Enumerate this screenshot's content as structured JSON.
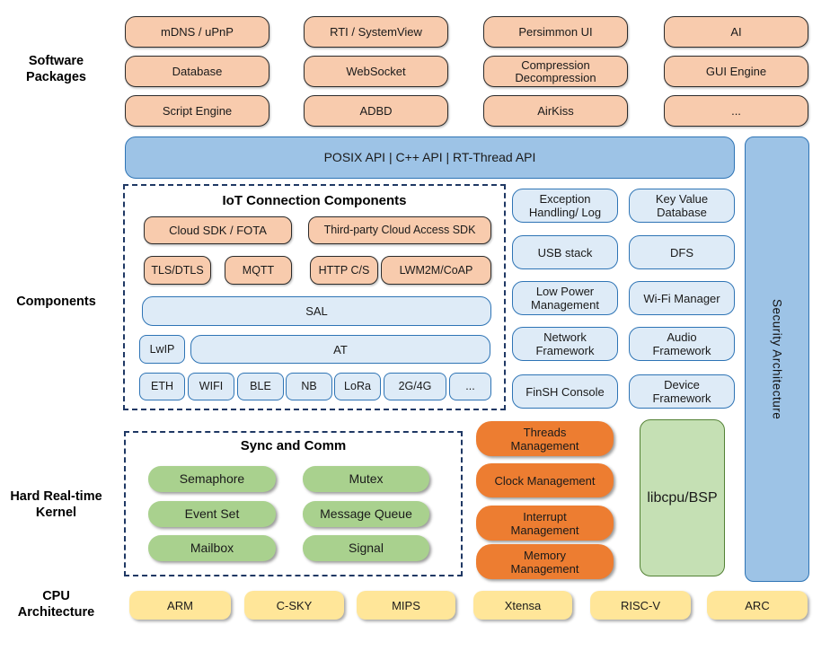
{
  "sidebar_labels": {
    "software_packages": "Software\nPackages",
    "components": "Components",
    "kernel": "Hard Real-time\nKernel",
    "cpu": "CPU\nArchitecture"
  },
  "software_packages": {
    "items": [
      "mDNS / uPnP",
      "RTI / SystemView",
      "Persimmon UI",
      "AI",
      "Database",
      "WebSocket",
      "Compression\nDecompression",
      "GUI Engine",
      "Script Engine",
      "ADBD",
      "AirKiss",
      "..."
    ]
  },
  "api_bar": {
    "label": "POSIX API  |  C++ API  |  RT-Thread API"
  },
  "security_bar": {
    "label": "Security Architecture"
  },
  "iot": {
    "title": "IoT Connection Components",
    "row1": [
      "Cloud SDK / FOTA",
      "Third-party Cloud Access SDK"
    ],
    "row2": [
      "TLS/DTLS",
      "MQTT",
      "HTTP C/S",
      "LWM2M/CoAP"
    ],
    "sal": "SAL",
    "lwip": "LwIP",
    "at": "AT",
    "links": [
      "ETH",
      "WIFI",
      "BLE",
      "NB",
      "LoRa",
      "2G/4G",
      "..."
    ]
  },
  "services": {
    "items": [
      "Exception\nHandling/ Log",
      "Key Value\nDatabase",
      "USB stack",
      "DFS",
      "Low Power\nManagement",
      "Wi-Fi Manager",
      "Network\nFramework",
      "Audio\nFramework",
      "FinSH Console",
      "Device\nFramework"
    ]
  },
  "kernel": {
    "sync_title": "Sync and Comm",
    "sync_items": [
      "Semaphore",
      "Mutex",
      "Event Set",
      "Message Queue",
      "Mailbox",
      "Signal"
    ],
    "mgmt_items": [
      "Threads\nManagement",
      "Clock Management",
      "Interrupt\nManagement",
      "Memory\nManagement"
    ],
    "libcpu": "libcpu/BSP"
  },
  "cpu": {
    "items": [
      "ARM",
      "C-SKY",
      "MIPS",
      "Xtensa",
      "RISC-V",
      "ARC"
    ]
  },
  "colors": {
    "peach_fill": "#F8CBAD",
    "blue_fill": "#9DC3E6",
    "blue_border": "#2E74B5",
    "lightblue_fill": "#DEEBF7",
    "dash_border": "#1F3864",
    "green_fill": "#A9D18E",
    "orange_fill": "#ED7D31",
    "libcpu_fill": "#C5E0B4",
    "libcpu_border": "#538135",
    "yellow_fill": "#FFE699"
  }
}
